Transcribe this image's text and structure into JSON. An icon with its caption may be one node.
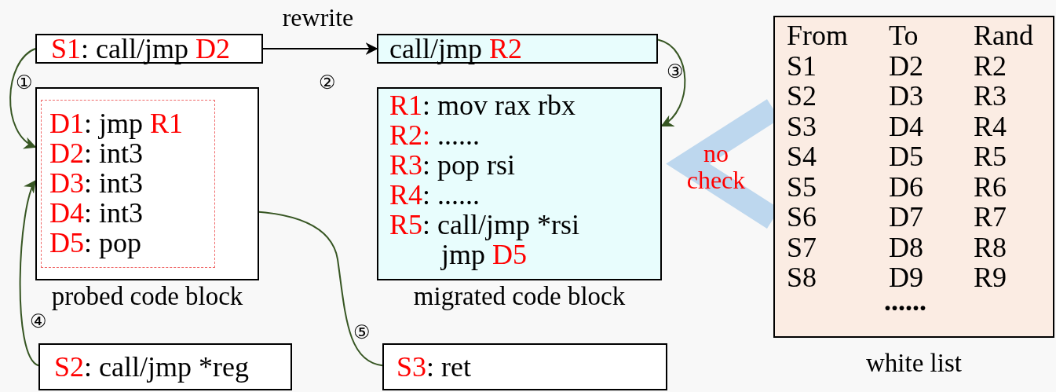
{
  "diagram": {
    "nodes": [
      {
        "text": [
          "**S1**: call/jmp **D2**"
        ]
      },
      {
        "text": [
          "call/jmp **R2**"
        ]
      },
      {
        "text": [
          "probed code block"
        ]
      },
      {
        "text": [
          "**D1**: jmp **R1**",
          "**D2**: int3",
          "**D3**: int3",
          "**D4**: int3",
          "**D5**: pop"
        ],
        "in": 2
      },
      {
        "text": [
          "**R1**: mov rax rbx",
          "**R2:** ......",
          "**R3**: pop rsi",
          "**R4**: ......",
          "**R5**: call/jmp *rsi jmp **D5**",
          "migrated code block"
        ]
      },
      {
        "text": [
          "**S2**: call/jmp *reg"
        ]
      },
      {
        "text": [
          "**S3**: ret"
        ]
      },
      {
        "text": [
          "white list"
        ]
      }
    ],
    "edges": [
      {
        "from": 0,
        "to": 1,
        "arrow": "to",
        "label": "rewrite",
        "color": "#000000"
      },
      {
        "from": 0,
        "to": 2,
        "arrow": "to"
      },
      {
        "from": 1,
        "to": 4,
        "arrow": "to"
      },
      {
        "from": 5,
        "to": 2,
        "arrow": "to"
      },
      {
        "from": 6,
        "to": 3,
        "arrow": "to"
      },
      {
        "from": 7,
        "to": 4,
        "arrow": "to",
        "label": "no check",
        "style": "thick",
        "color": "#bdd7ee"
      }
    ],
    "labels": [
      "①",
      "②",
      "③",
      "④",
      "⑤",
      "From",
      "To",
      "Rand",
      "S1",
      "D2",
      "R2",
      "S2",
      "D3",
      "R3",
      "S3",
      "D4",
      "R4",
      "S4",
      "D5",
      "R5",
      "S5",
      "D6",
      "R6",
      "S6",
      "D7",
      "R7",
      "S7",
      "D8",
      "R8",
      "S8",
      "D9",
      "R9",
      "......"
    ]
  }
}
